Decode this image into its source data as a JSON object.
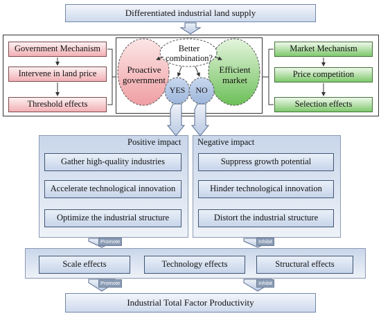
{
  "top_box": "Differentiated industrial land supply",
  "government": {
    "title": "Government Mechanism",
    "item1": "Intervene in land price",
    "item2": "Threshold effects"
  },
  "market": {
    "title": "Market Mechanism",
    "item1": "Price competition",
    "item2": "Selection effects"
  },
  "center": {
    "question": "Better combination?",
    "left": "Proactive government",
    "right": "Efficient market",
    "yes": "YES",
    "no": "NO"
  },
  "positive": {
    "title": "Positive impact",
    "items": [
      "Gather high-quality industries",
      "Accelerate technological innovation",
      "Optimize the industrial structure"
    ]
  },
  "negative": {
    "title": "Negative impact",
    "items": [
      "Suppress growth potential",
      "Hinder technological innovation",
      "Distort the industrial structure"
    ]
  },
  "labels": {
    "promote": "Promote",
    "inhibit": "Inhibit"
  },
  "effects": [
    "Scale effects",
    "Technology effects",
    "Structural effects"
  ],
  "bottom_box": "Industrial Total Factor Productivity",
  "colors": {
    "pink": "#f2b0b4",
    "green": "#7ec86c",
    "blue": "#cdd9ec"
  }
}
